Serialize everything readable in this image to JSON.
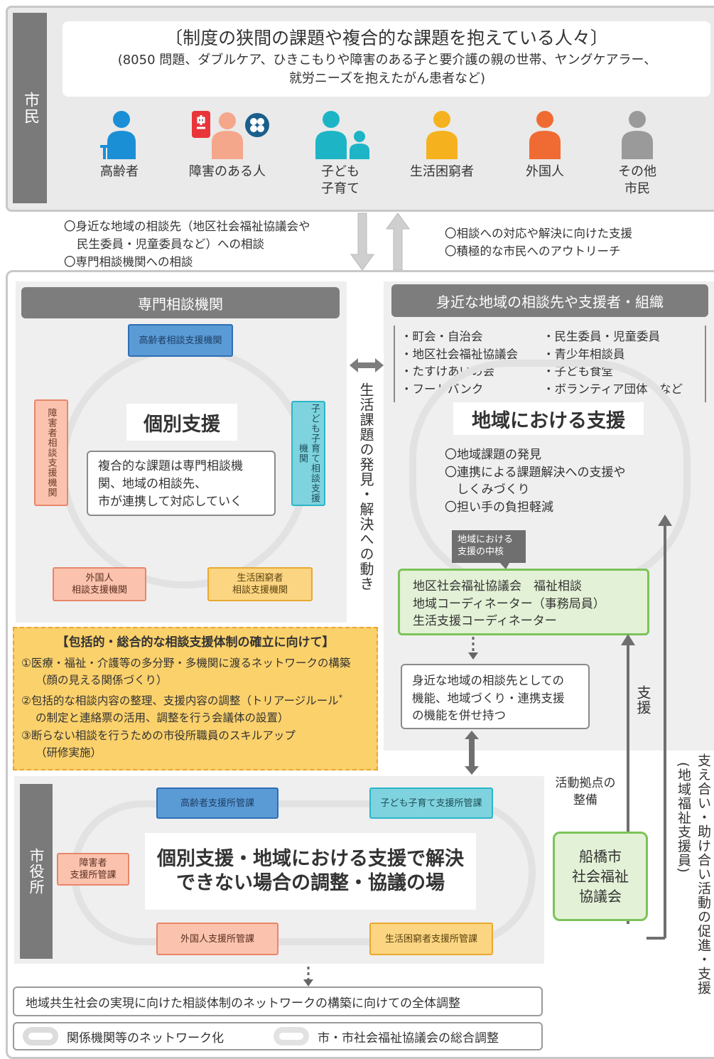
{
  "citizen": {
    "label": "市民",
    "title": "〔制度の狭間の課題や複合的な課題を抱えている人々〕",
    "desc_line1": "(8050 問題、ダブルケア、ひきこもりや障害のある子と要介護の親の世帯、ヤングケアラー、",
    "desc_line2": "就労ニーズを抱えたがん患者など)",
    "people": [
      {
        "line1": "高齢者",
        "line2": "",
        "color": "#1a8fd6",
        "icon": "elderly-person-icon"
      },
      {
        "line1": "障害のある人",
        "line2": "",
        "color": "#f5a78c",
        "icon": "disabled-person-icon"
      },
      {
        "line1": "子ども",
        "line2": "子育て",
        "color": "#1db5c6",
        "icon": "parent-child-icon"
      },
      {
        "line1": "生活困窮者",
        "line2": "",
        "color": "#f6b21e",
        "icon": "person-icon"
      },
      {
        "line1": "外国人",
        "line2": "",
        "color": "#f06b33",
        "icon": "person-icon"
      },
      {
        "line1": "その他",
        "line2": "市民",
        "color": "#9a9a9a",
        "icon": "person-icon"
      }
    ]
  },
  "arrows": {
    "left_line1": "〇身近な地域の相談先（地区社会福祉協議会や",
    "left_line2": "民生委員・児童委員など）への相談",
    "left_line3": "〇専門相談機関への相談",
    "right_line1": "〇相談への対応や解決に向けた支援",
    "right_line2": "〇積極的な市民へのアウトリーチ"
  },
  "specialist": {
    "header": "専門相談機関",
    "box_elderly": "高齢者相談支援機関",
    "box_disabled": "障害者相談支援機関",
    "box_child": "子ども子育て相談支援機関",
    "box_foreign_1": "外国人",
    "box_foreign_2": "相談支援機関",
    "box_poverty_1": "生活困窮者",
    "box_poverty_2": "相談支援機関",
    "center_title": "個別支援",
    "center_text_1": "複合的な課題は専門相談機",
    "center_text_2": "関、地域の相談先、",
    "center_text_3": "市が連携して対応していく"
  },
  "middle_vertical": "生活課題の発見・解決への動き",
  "community": {
    "header": "身近な地域の相談先や支援者・組織",
    "orgs_left": [
      "・町会・自治会",
      "・地区社会福祉協議会",
      "・たすけあいの会",
      "・フードバンク"
    ],
    "orgs_right": [
      "・民生委員・児童委員",
      "・青少年相談員",
      "・子ども食堂",
      "・ボランティア団体　など"
    ],
    "title": "地域における支援",
    "items": [
      "〇地域課題の発見",
      "〇連携による課題解決への支援や",
      "　しくみづくり",
      "〇担い手の負担軽減"
    ],
    "callout_1": "地域における",
    "callout_2": "支援の中核",
    "green_1": "地区社会福祉協議会　福祉相談",
    "green_2": "地域コーディネーター（事務局員）",
    "green_3": "生活支援コーディネーター",
    "white_1": "身近な地域の相談先としての",
    "white_2": "機能、地域づくり・連携支援",
    "white_3": "の機能を併せ持つ"
  },
  "support_label": "支援",
  "base_label_1": "活動拠点の",
  "base_label_2": "整備",
  "council_1": "船橋市",
  "council_2": "社会福祉",
  "council_3": "協議会",
  "far_right_1": "支え合い・助け合い活動の促進・支援",
  "far_right_2": "(地域福祉支援員)",
  "orange": {
    "title": "【包括的・総合的な相談支援体制の確立に向けて】",
    "l1": "①医療・福祉・介護等の多分野・多機関に渡るネットワークの構築",
    "l2": "（顔の見える関係づくり）",
    "l3": "②包括的な相談内容の整理、支援内容の調整（トリアージルール",
    "l3_sup": "*",
    "l4": "の制定と連絡票の活用、調整を行う会議体の設置）",
    "l5": "③断らない相談を行うための市役所職員のスキルアップ",
    "l6": "（研修実施）"
  },
  "city": {
    "label": "市役所",
    "box_elderly": "高齢者支援所管課",
    "box_child": "子ども子育て支援所管課",
    "box_disabled_1": "障害者",
    "box_disabled_2": "支援所管課",
    "box_foreign": "外国人支援所管課",
    "box_poverty": "生活困窮者支援所管課",
    "center_1": "個別支援・地域における支援で解決",
    "center_2": "できない場合の調整・協議の場"
  },
  "bottom": {
    "overall": "地域共生社会の実現に向けた相談体制のネットワークの構築に向けての全体調整",
    "legend_1": "関係機関等のネットワーク化",
    "legend_2": "市・市社会福祉協議会の総合調整"
  },
  "colors": {
    "blue_border": "#2f6fb5",
    "blue_fill": "#5b9bd5",
    "cyan_border": "#2bb5c8",
    "cyan_fill": "#7fd3de",
    "salmon_border": "#e8866a",
    "salmon_fill": "#fbc3ae",
    "yellow_border": "#e9a830",
    "yellow_fill": "#fbd581",
    "green_border": "#7cc35a",
    "green_fill": "#e3f1d6"
  }
}
